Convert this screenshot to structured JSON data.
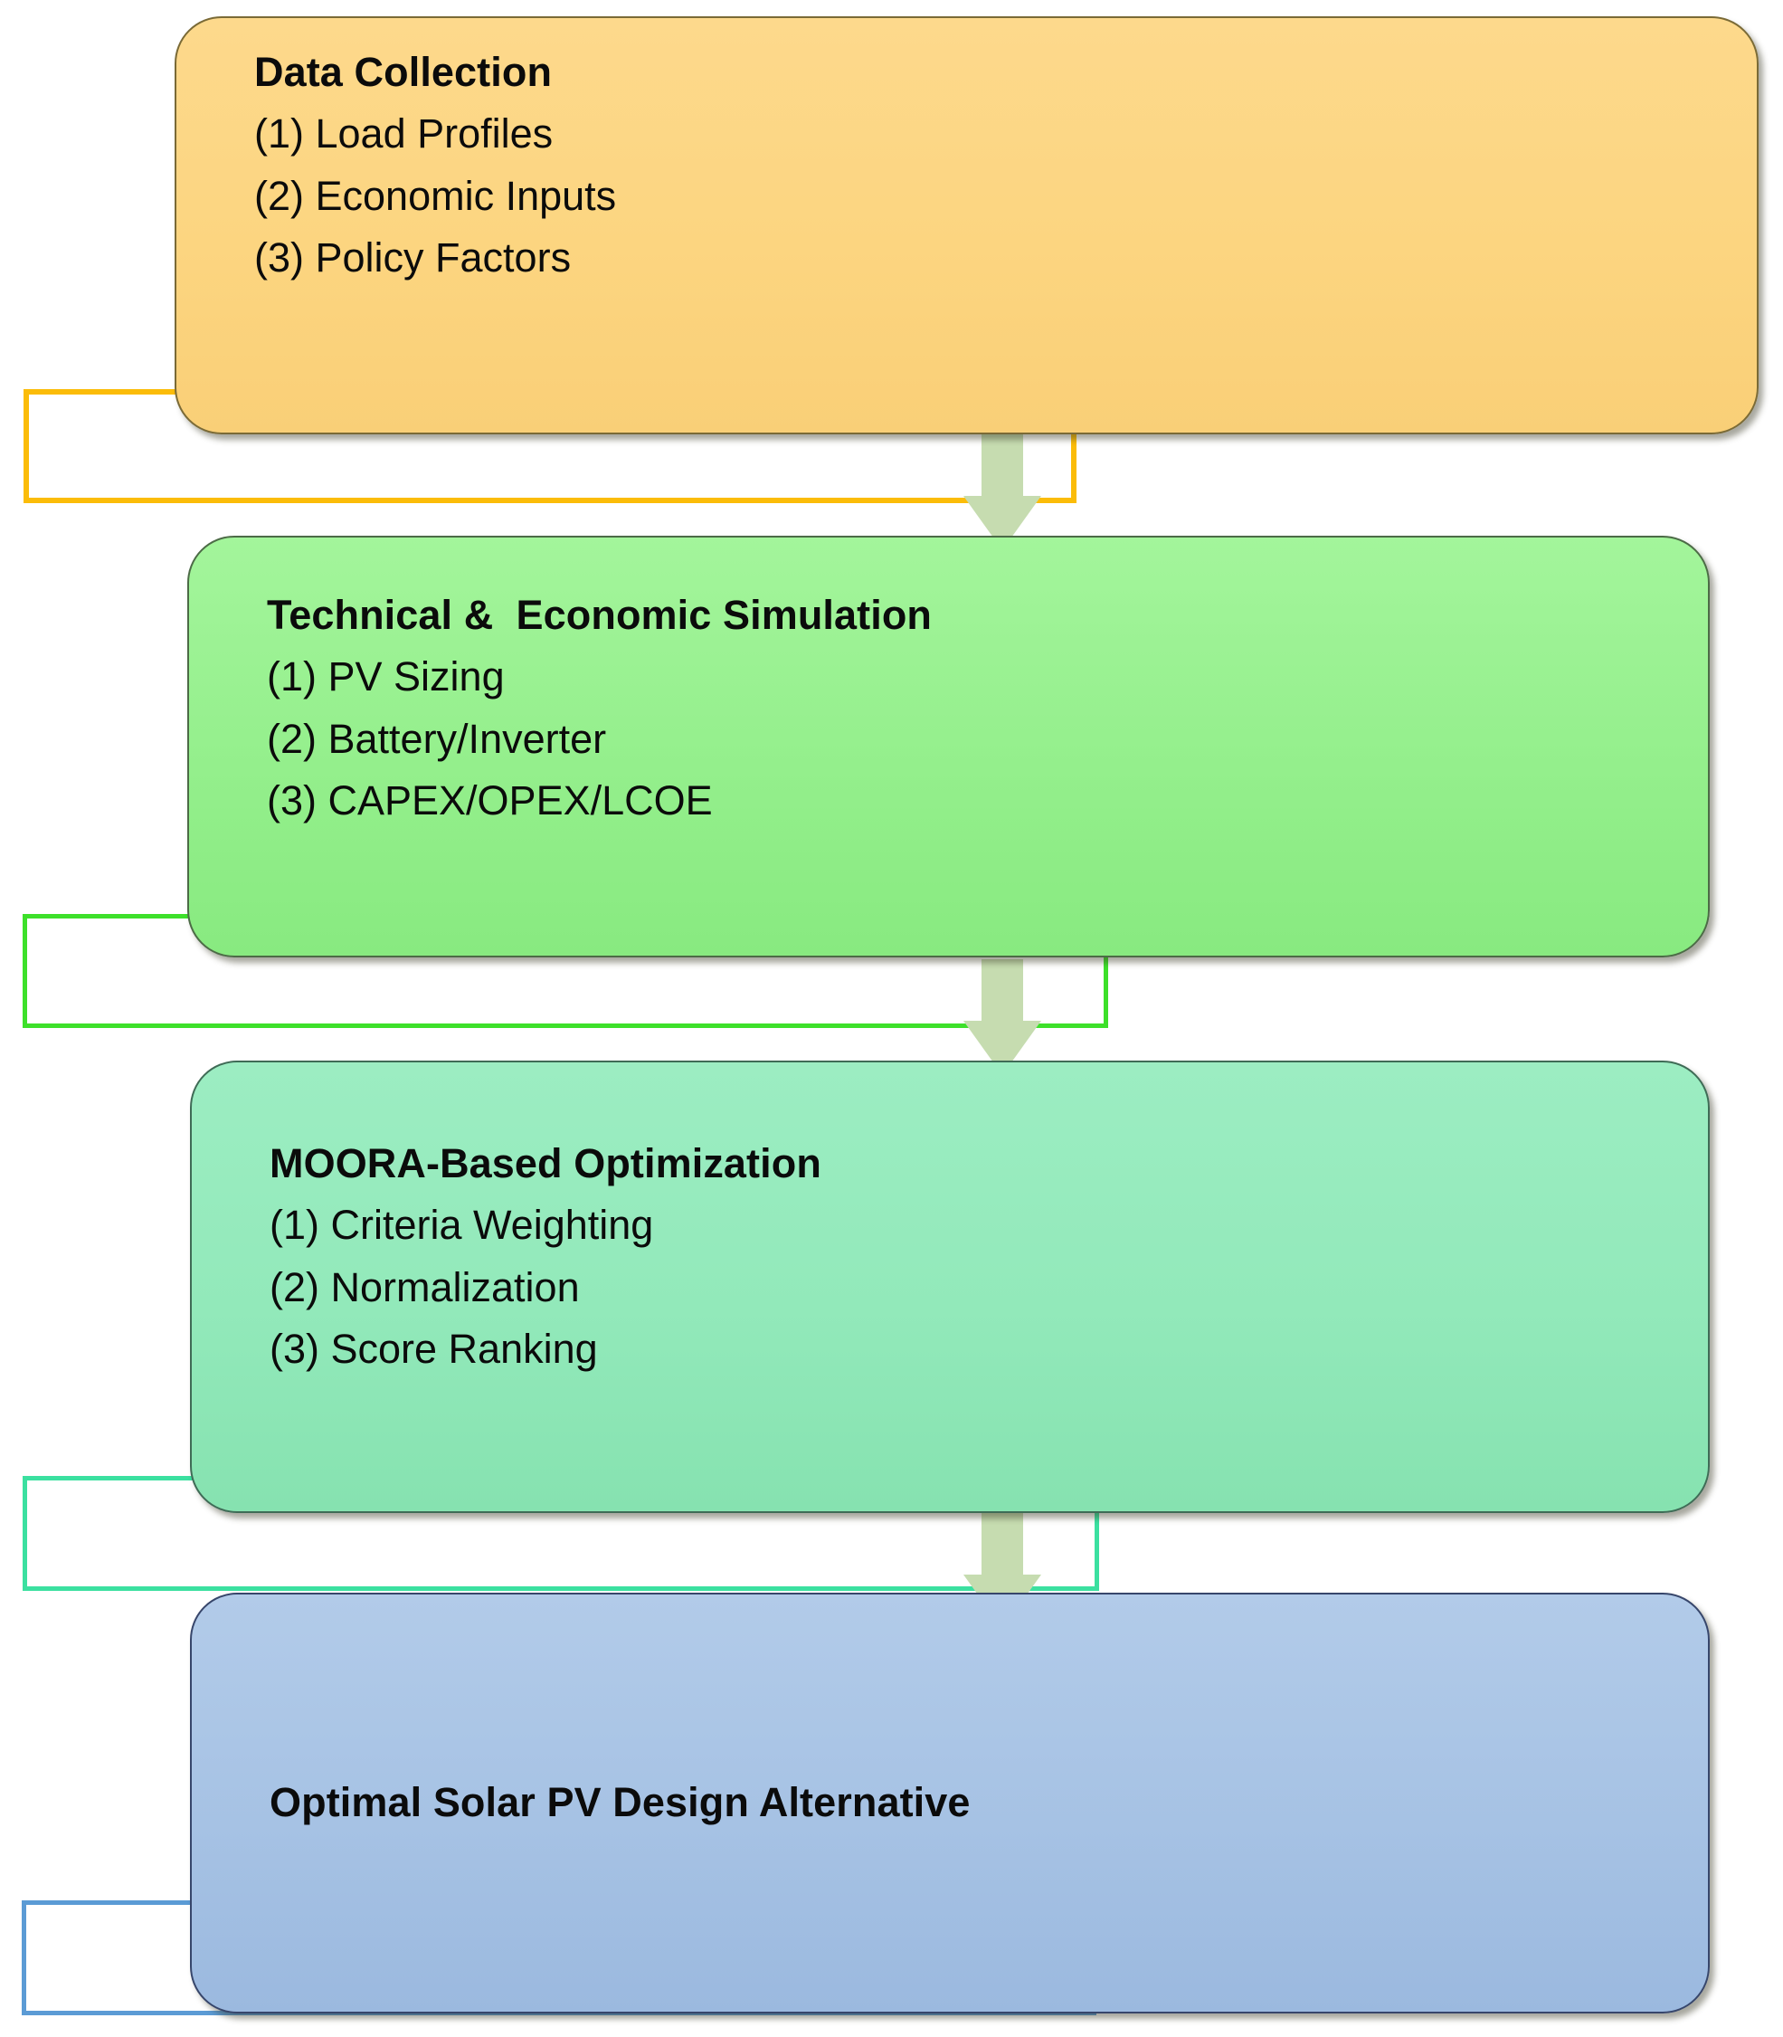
{
  "diagram": {
    "type": "flowchart",
    "orientation": "vertical",
    "title": "",
    "stages": [
      {
        "id": "data-collection",
        "title": "Data Collection",
        "items": [
          "(1) Load Profiles",
          "(2) Economic Inputs",
          "(3) Policy Factors"
        ],
        "fill_color": "#FCD580",
        "outline_color": "#FBBC09"
      },
      {
        "id": "technical-economic-simulation",
        "title": "Technical &  Economic Simulation",
        "items": [
          "(1) PV Sizing",
          "(2) Battery/Inverter",
          "(3) CAPEX/OPEX/LCOE"
        ],
        "fill_color": "#94EF8C",
        "outline_color": "#3DE02A"
      },
      {
        "id": "moora-optimization",
        "title": "MOORA-Based Optimization",
        "items": [
          "(1) Criteria Weighting",
          "(2) Normalization",
          "(3) Score Ranking"
        ],
        "fill_color": "#92E9BA",
        "outline_color": "#3BE0A0"
      },
      {
        "id": "optimal-design",
        "title": "Optimal Solar PV Design Alternative",
        "items": [],
        "fill_color": "#A6C2E4",
        "outline_color": "#5B9BD5"
      }
    ],
    "arrows": [
      {
        "id": "arrow-data-to-simulation",
        "from": "data-collection",
        "to": "technical-economic-simulation",
        "color": "#C6DCB0",
        "direction": "down"
      },
      {
        "id": "arrow-simulation-to-moora",
        "from": "technical-economic-simulation",
        "to": "moora-optimization",
        "color": "#C6DCB0",
        "direction": "down"
      },
      {
        "id": "arrow-moora-to-optimal",
        "from": "moora-optimization",
        "to": "optimal-design",
        "color": "#C6DCB0",
        "direction": "down"
      }
    ]
  }
}
